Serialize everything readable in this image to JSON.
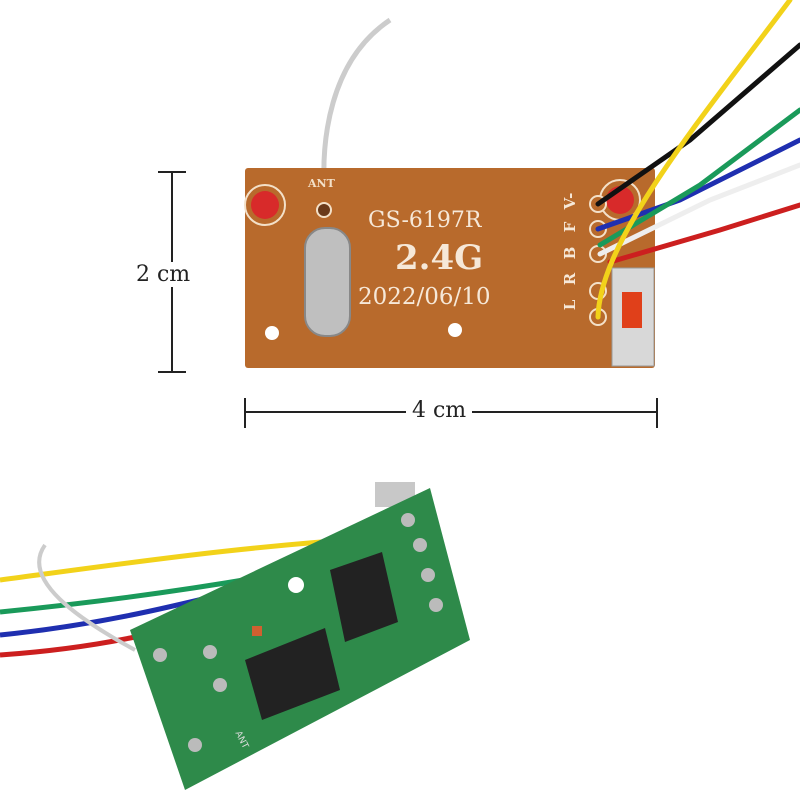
{
  "dimensions": {
    "height_label": "2 cm",
    "width_label": "4 cm"
  },
  "board_top": {
    "model": "GS-6197R",
    "frequency": "2.4G",
    "date": "2022/06/10",
    "antenna_label": "ANT",
    "pin_labels": [
      "V-",
      "F",
      "B",
      "R",
      "L"
    ]
  },
  "board_bottom": {
    "antenna_label": "ANT"
  },
  "colors": {
    "pcb_top": "#b86a2c",
    "pcb_bottom": "#2e8a4a",
    "wire_yellow": "#f2d21a",
    "wire_black": "#111111",
    "wire_green": "#1a9a5a",
    "wire_blue": "#1f2fb0",
    "wire_red": "#cc1f1f",
    "wire_white": "#eeeeee"
  }
}
